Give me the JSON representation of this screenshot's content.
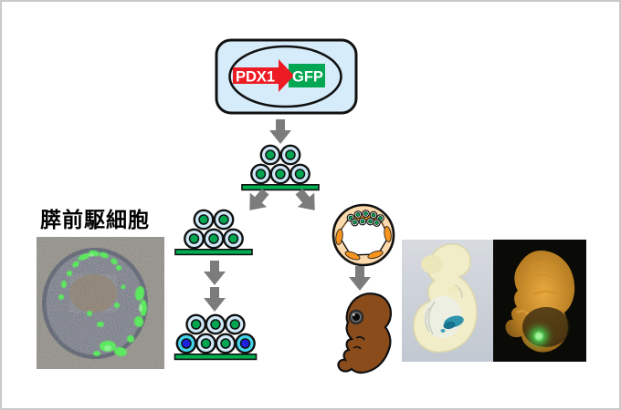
{
  "labels": {
    "pdx1": "PDX1",
    "gfp": "GFP",
    "progenitor": "膵前駆細胞"
  },
  "colors": {
    "canvas-border": "#c9c9c9",
    "pale-blue": "#d6ecfa",
    "cell-blue": "#cfe9f8",
    "red": "#ed1c24",
    "green": "#00a651",
    "bar-green": "#00b050",
    "cyan": "#44d5ec",
    "blue": "#1e22dd",
    "arrow-gray": "#7c7c7c",
    "peach": "#fcd9ac",
    "orange": "#f7941d",
    "brown": "#8b4c1c"
  },
  "icons": {
    "flow-arrow": "solid gray block arrow (down / diagonal)",
    "promoter-arrow": "solid red block arrow pointing right"
  }
}
